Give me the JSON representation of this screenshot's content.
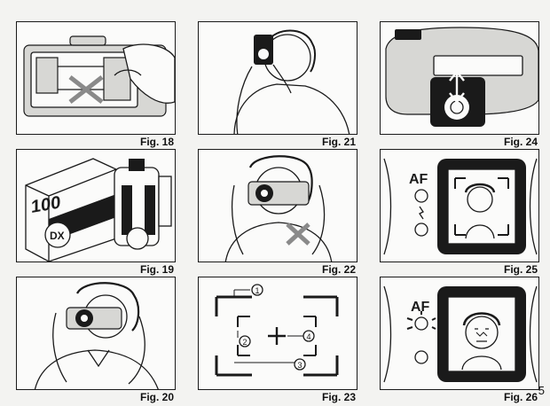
{
  "figures": [
    {
      "label": "Fig. 18"
    },
    {
      "label": "Fig. 21"
    },
    {
      "label": "Fig. 24"
    },
    {
      "label": "Fig. 19"
    },
    {
      "label": "Fig. 22"
    },
    {
      "label": "Fig. 25"
    },
    {
      "label": "Fig. 20"
    },
    {
      "label": "Fig. 23"
    },
    {
      "label": "Fig. 26"
    }
  ],
  "film_box": {
    "speed": "100",
    "dx_mark": "DX"
  },
  "viewfinder": {
    "af_label": "AF"
  },
  "frame_markers": [
    "1",
    "2",
    "3",
    "4"
  ],
  "page_number": "5"
}
